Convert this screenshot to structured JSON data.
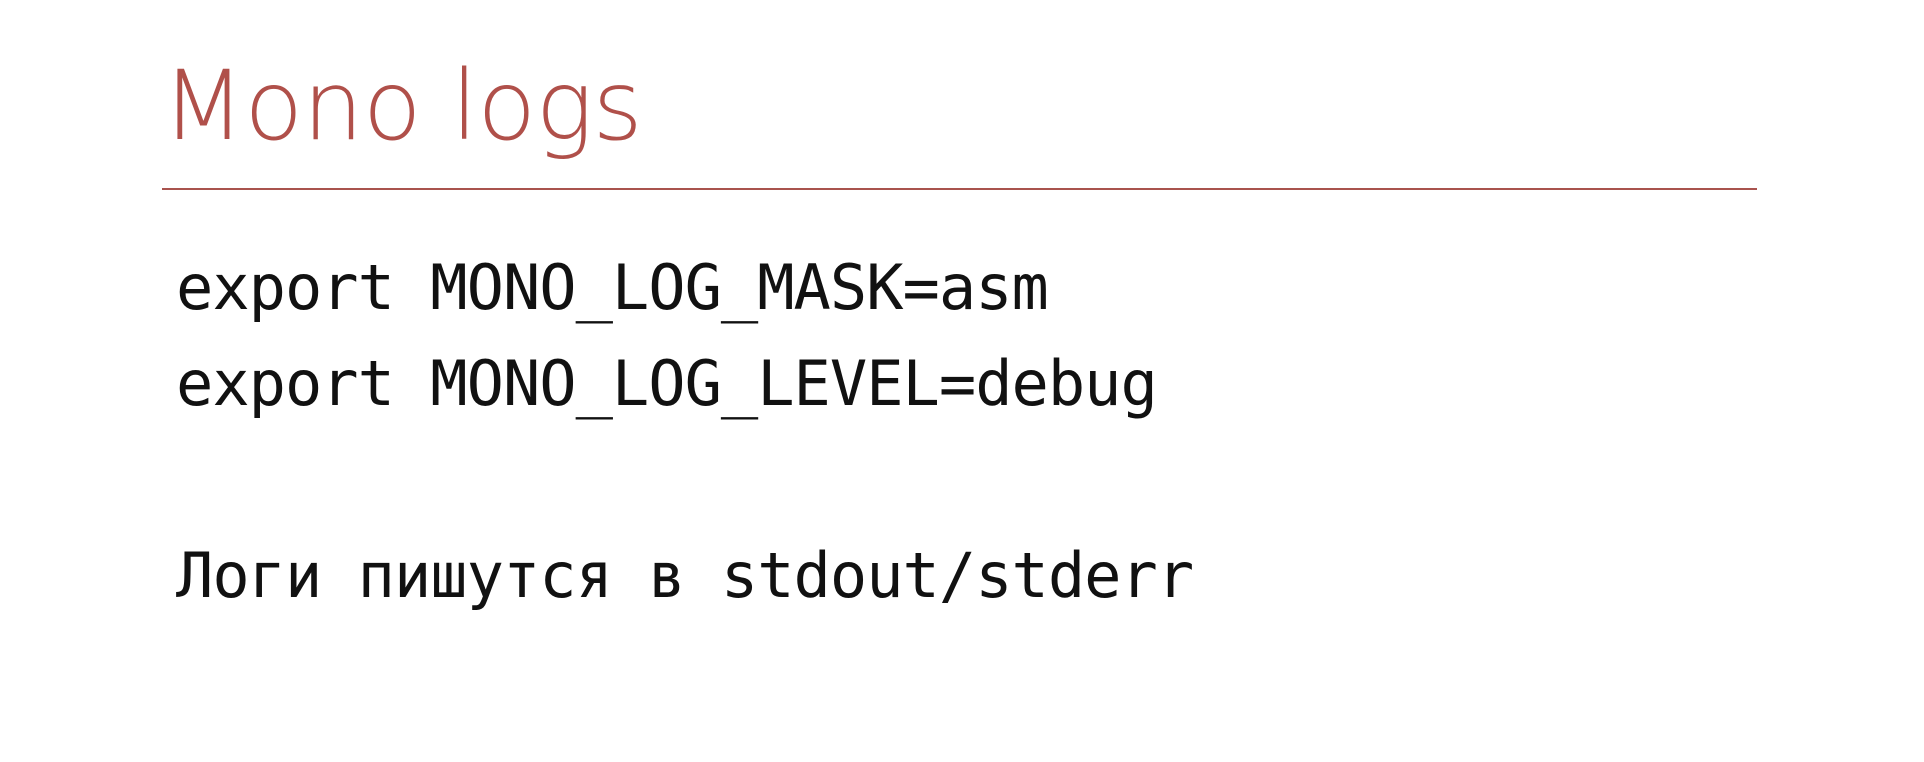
{
  "slide": {
    "title": "Mono logs",
    "accent_color": "#b0504a",
    "rule_color": "#a9534e",
    "background_color": "#ffffff",
    "text_color": "#111111",
    "lines": [
      {
        "kind": "code",
        "text": "export MONO_LOG_MASK=asm"
      },
      {
        "kind": "code",
        "text": "export MONO_LOG_LEVEL=debug"
      },
      {
        "kind": "spacer",
        "text": " "
      },
      {
        "kind": "prose",
        "text": "Логи пишутся в stdout/stderr"
      }
    ]
  }
}
